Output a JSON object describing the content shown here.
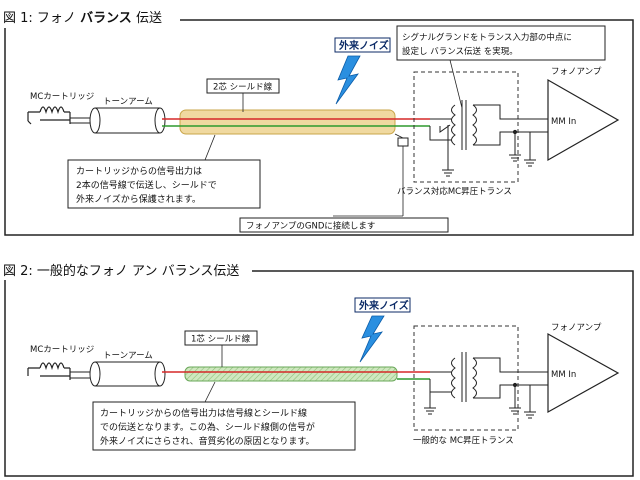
{
  "fig1": {
    "title_prefix": "図 1: フォノ ",
    "title_bold": "バランス",
    "title_suffix": " 伝送",
    "noise": "外来ノイズ",
    "top_note_line1": "シグナルグランドをトランス入力部の中点に",
    "top_note_line2": "設定し バランス伝送 を実現。",
    "cable_label": "2芯 シールド線",
    "cartridge": "MCカートリッジ",
    "tonearm": "トーンアーム",
    "amp_label": "フォノアンプ",
    "amp_input": "MM In",
    "transformer_label": "バランス対応MC昇圧トランス",
    "note_line1": "カートリッジからの信号出力は",
    "note_line2": "2本の信号線で伝送し、シールドで",
    "note_line3": "外来ノイズから保護されます。",
    "gnd_note": "フォノアンプのGNDに接続します"
  },
  "fig2": {
    "title": "図 2: 一般的なフォノ アン バランス伝送",
    "noise": "外来ノイズ",
    "cable_label": "1芯 シールド線",
    "cartridge": "MCカートリッジ",
    "tonearm": "トーンアーム",
    "amp_label": "フォノアンプ",
    "amp_input": "MM In",
    "transformer_label": "一般的な MC昇圧トランス",
    "note_line1": "カートリッジからの信号出力は信号線とシールド線",
    "note_line2": "での伝送となります。この為、シールド線側の信号が",
    "note_line3": "外来ノイズにさらされ、音質劣化の原因となります。"
  },
  "colors": {
    "signal_red": "#d62828",
    "signal_green": "#2e9a2e",
    "shield_fig1": "#f0d9a0",
    "shield_fig2": "#cfe8c0",
    "noise_bolt": "#2a8fe0"
  }
}
